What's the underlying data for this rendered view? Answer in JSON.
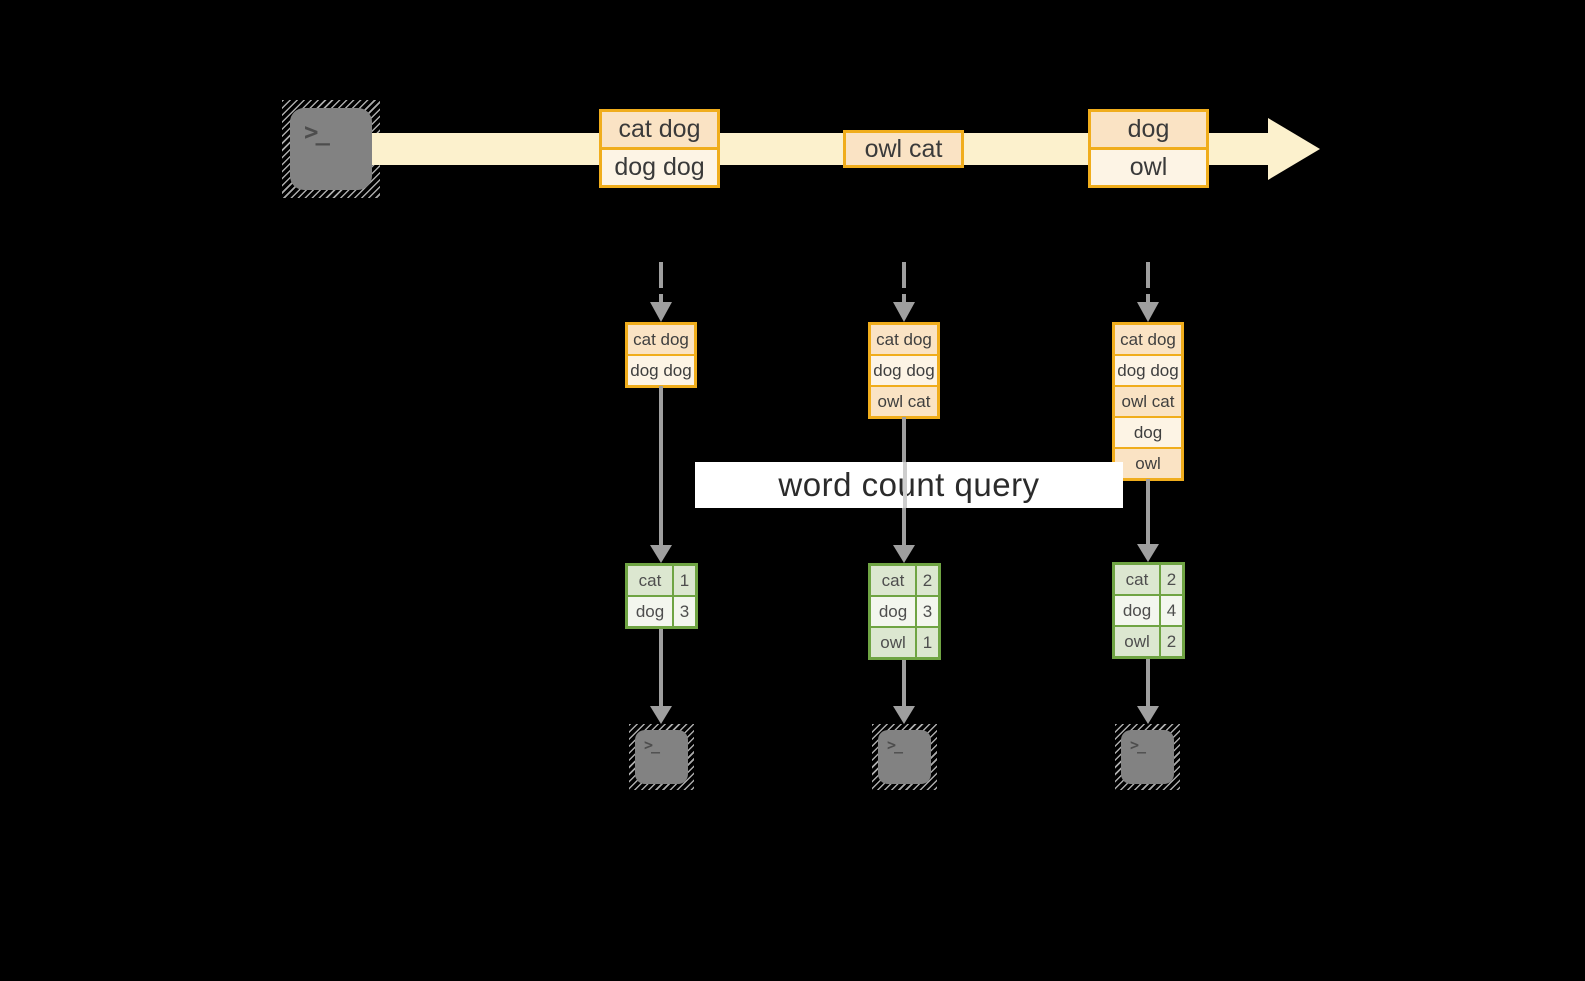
{
  "query_label": "word count query",
  "terminal_prompt": ">_",
  "colors": {
    "background": "#000000",
    "timeline_band": "#FCF1CD",
    "event_border": "#F0AD1C",
    "event_fill_peach": "#FAE3C4",
    "event_fill_cream": "#FDF4E5",
    "table_border": "#6FA443",
    "table_row_dark": "#DCE7D0",
    "table_row_light": "#F3F6EE",
    "arrow_gray": "#9F9F9F",
    "terminal_gray": "#828282",
    "label_background": "#FFFFFF"
  },
  "timeline": {
    "events": [
      {
        "rows": [
          {
            "text": "cat dog",
            "tone": "peach"
          },
          {
            "text": "dog dog",
            "tone": "cream"
          }
        ]
      },
      {
        "rows": [
          {
            "text": "owl cat",
            "tone": "peach"
          }
        ]
      },
      {
        "rows": [
          {
            "text": "dog",
            "tone": "peach"
          },
          {
            "text": "owl",
            "tone": "cream"
          }
        ]
      }
    ]
  },
  "snapshots": [
    {
      "rows": [
        "cat dog",
        "dog dog"
      ]
    },
    {
      "rows": [
        "cat dog",
        "dog dog",
        "owl cat"
      ]
    },
    {
      "rows": [
        "cat dog",
        "dog dog",
        "owl cat",
        "dog",
        "owl"
      ]
    }
  ],
  "count_tables": [
    {
      "rows": [
        {
          "word": "cat",
          "count": "1"
        },
        {
          "word": "dog",
          "count": "3"
        }
      ]
    },
    {
      "rows": [
        {
          "word": "cat",
          "count": "2"
        },
        {
          "word": "dog",
          "count": "3"
        },
        {
          "word": "owl",
          "count": "1"
        }
      ]
    },
    {
      "rows": [
        {
          "word": "cat",
          "count": "2"
        },
        {
          "word": "dog",
          "count": "4"
        },
        {
          "word": "owl",
          "count": "2"
        }
      ]
    }
  ]
}
